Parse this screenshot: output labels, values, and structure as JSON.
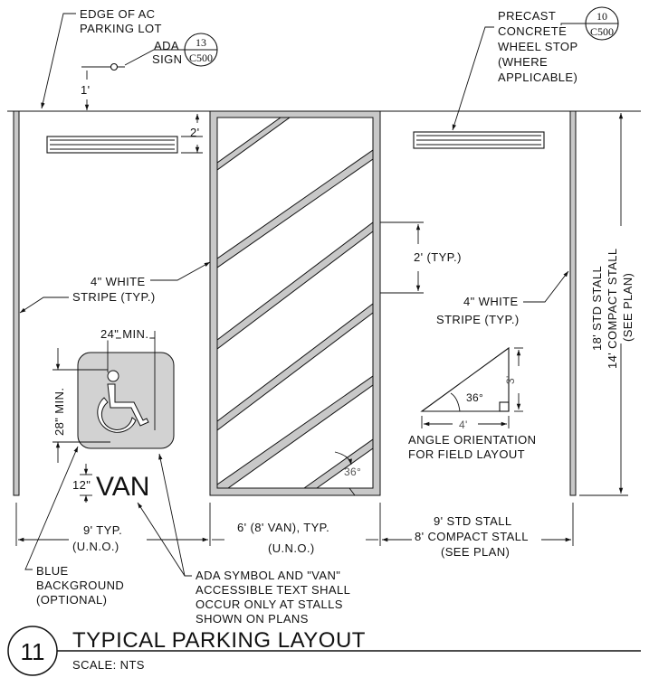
{
  "colors": {
    "ink": "#111111",
    "stripe_fill": "#c8c8c8",
    "symbol_bg": "#d2d2d2"
  },
  "labels": {
    "edge_line1": "EDGE OF AC",
    "edge_line2": "PARKING LOT",
    "ada_line1": "ADA",
    "ada_line2": "SIGN",
    "ada_ref_num": "13",
    "ada_ref_sheet": "C500",
    "precast_line1": "PRECAST",
    "precast_line2": "CONCRETE",
    "precast_line3": "WHEEL STOP",
    "precast_line4": "(WHERE",
    "precast_line5": "APPLICABLE)",
    "precast_ref_num": "10",
    "precast_ref_sheet": "C500",
    "dim_1ft": "1'",
    "dim_2ft": "2'",
    "dim_2ft_typ": "2' (TYP.)",
    "stripe_left_line1": "4\" WHITE",
    "stripe_left_line2": "STRIPE (TYP.)",
    "stripe_right_line1": "4\" WHITE",
    "stripe_right_line2": "STRIPE (TYP.)",
    "dim_24_min": "24\" MIN.",
    "dim_28_min": "28\" MIN.",
    "dim_12": "12\"",
    "van_text": "VAN",
    "angle_36": "36°",
    "tri_angle": "36°",
    "tri_vertical": "3'",
    "tri_horizontal": "4'",
    "angle_note_line1": "ANGLE ORIENTATION",
    "angle_note_line2": "FOR FIELD LAYOUT",
    "stall_depth_line1": "18' STD STALL",
    "stall_depth_line2": "14' COMPACT STALL",
    "stall_depth_line3": "(SEE PLAN)",
    "dim_9typ_line1": "9' TYP.",
    "dim_9typ_line2": "(U.N.O.)",
    "dim_6ft_line1": "6' (8' VAN), TYP.",
    "dim_6ft_line2": "(U.N.O.)",
    "dim_9std_line1": "9' STD STALL",
    "dim_9std_line2": "8' COMPACT STALL",
    "dim_9std_line3": "(SEE PLAN)",
    "blue_line1": "BLUE",
    "blue_line2": "BACKGROUND",
    "blue_line3": "(OPTIONAL)",
    "ada_note_line1": "ADA SYMBOL AND \"VAN\"",
    "ada_note_line2": "ACCESSIBLE TEXT SHALL",
    "ada_note_line3": "OCCUR ONLY AT STALLS",
    "ada_note_line4": "SHOWN ON PLANS"
  },
  "title_block": {
    "detail_number": "11",
    "title": "TYPICAL PARKING LAYOUT",
    "scale": "SCALE: NTS"
  }
}
